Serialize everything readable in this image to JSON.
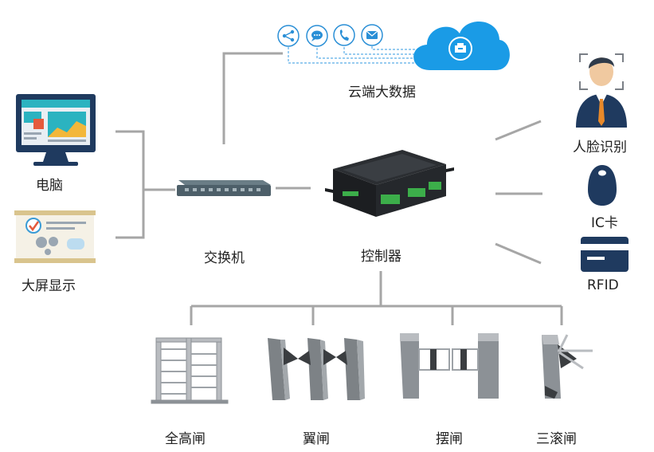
{
  "labels": {
    "cloud": "云端大数据",
    "computer": "电脑",
    "bigscreen": "大屏显示",
    "switch": "交换机",
    "controller": "控制器",
    "face": "人脸识别",
    "ic": "IC卡",
    "rfid": "RFID",
    "gate_full": "全高闸",
    "gate_wing": "翼闸",
    "gate_swing": "摆闸",
    "gate_tripod": "三滚闸"
  },
  "icons": [
    "share-icon",
    "chat-icon",
    "phone-icon",
    "mail-icon",
    "cloud-icon",
    "computer-icon",
    "display-board-icon",
    "switch-icon",
    "controller-icon",
    "face-person-icon",
    "ic-card-fob-icon",
    "rfid-card-icon",
    "full-height-turnstile-icon",
    "wing-gate-icon",
    "swing-gate-icon",
    "tripod-turnstile-icon"
  ],
  "colors": {
    "line": "#a6a6a6",
    "cloud": "#1a9be6",
    "accent_blue": "#2a8fd6",
    "navy": "#1f3a5f",
    "dashed": "#5aaee8"
  }
}
